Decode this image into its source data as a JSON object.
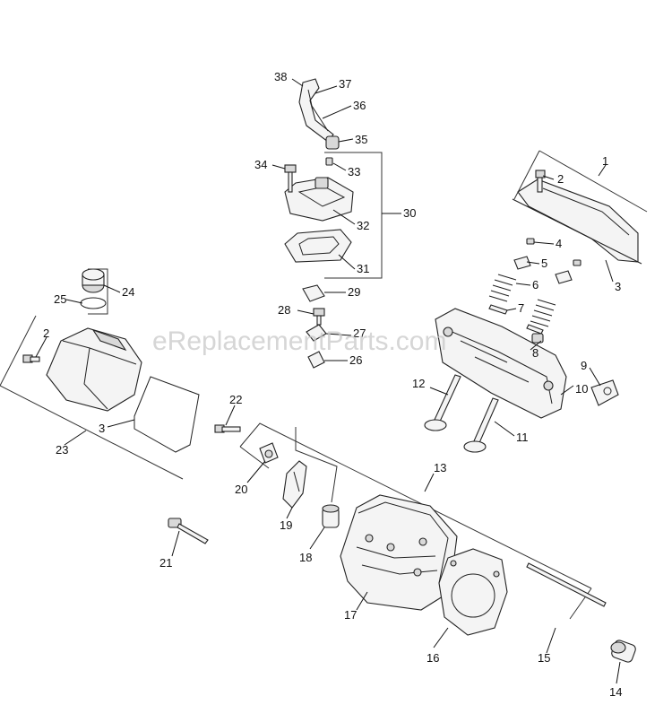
{
  "watermark": "eReplacementParts.com",
  "callouts": {
    "c1": "1",
    "c2a": "2",
    "c2b": "2",
    "c3a": "3",
    "c3b": "3",
    "c4": "4",
    "c5": "5",
    "c6": "6",
    "c7": "7",
    "c8": "8",
    "c9": "9",
    "c10": "10",
    "c11": "11",
    "c12": "12",
    "c13": "13",
    "c14": "14",
    "c15": "15",
    "c16": "16",
    "c17": "17",
    "c18": "18",
    "c19": "19",
    "c20": "20",
    "c21": "21",
    "c22": "22",
    "c23": "23",
    "c24": "24",
    "c25": "25",
    "c26": "26",
    "c27": "27",
    "c28": "28",
    "c29": "29",
    "c30": "30",
    "c31": "31",
    "c32": "32",
    "c33": "33",
    "c34": "34",
    "c35": "35",
    "c36": "36",
    "c37": "37",
    "c38": "38"
  }
}
